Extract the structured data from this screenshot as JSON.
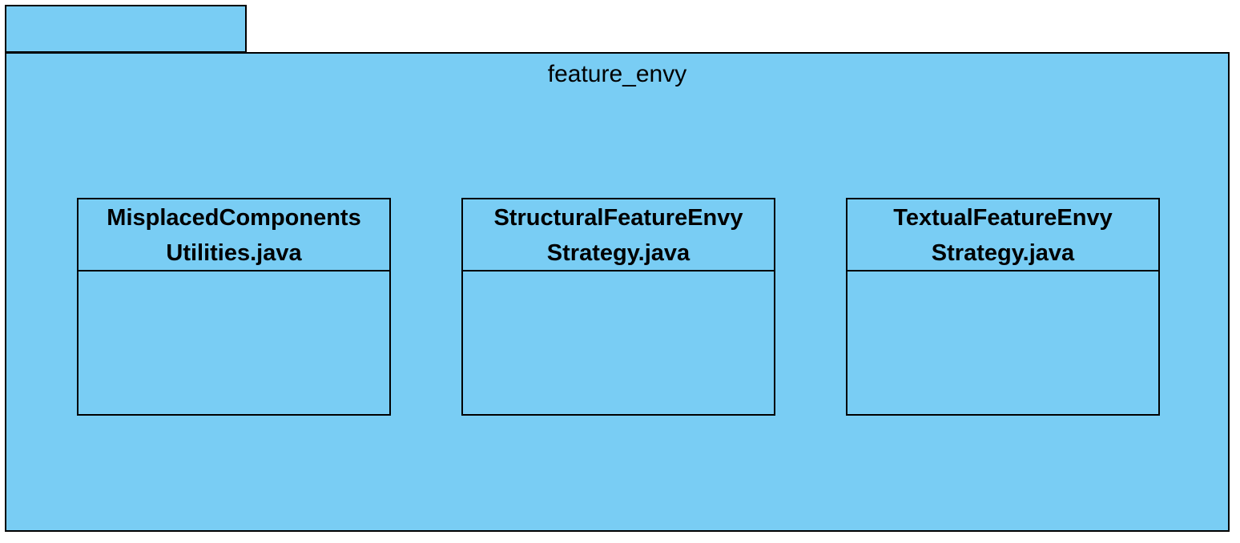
{
  "package": {
    "name": "feature_envy",
    "fill": "#79cdf4"
  },
  "classes": [
    {
      "line1": "MisplacedComponents",
      "line2": "Utilities.java"
    },
    {
      "line1": "StructuralFeatureEnvy",
      "line2": "Strategy.java"
    },
    {
      "line1": "TextualFeatureEnvy",
      "line2": "Strategy.java"
    }
  ]
}
